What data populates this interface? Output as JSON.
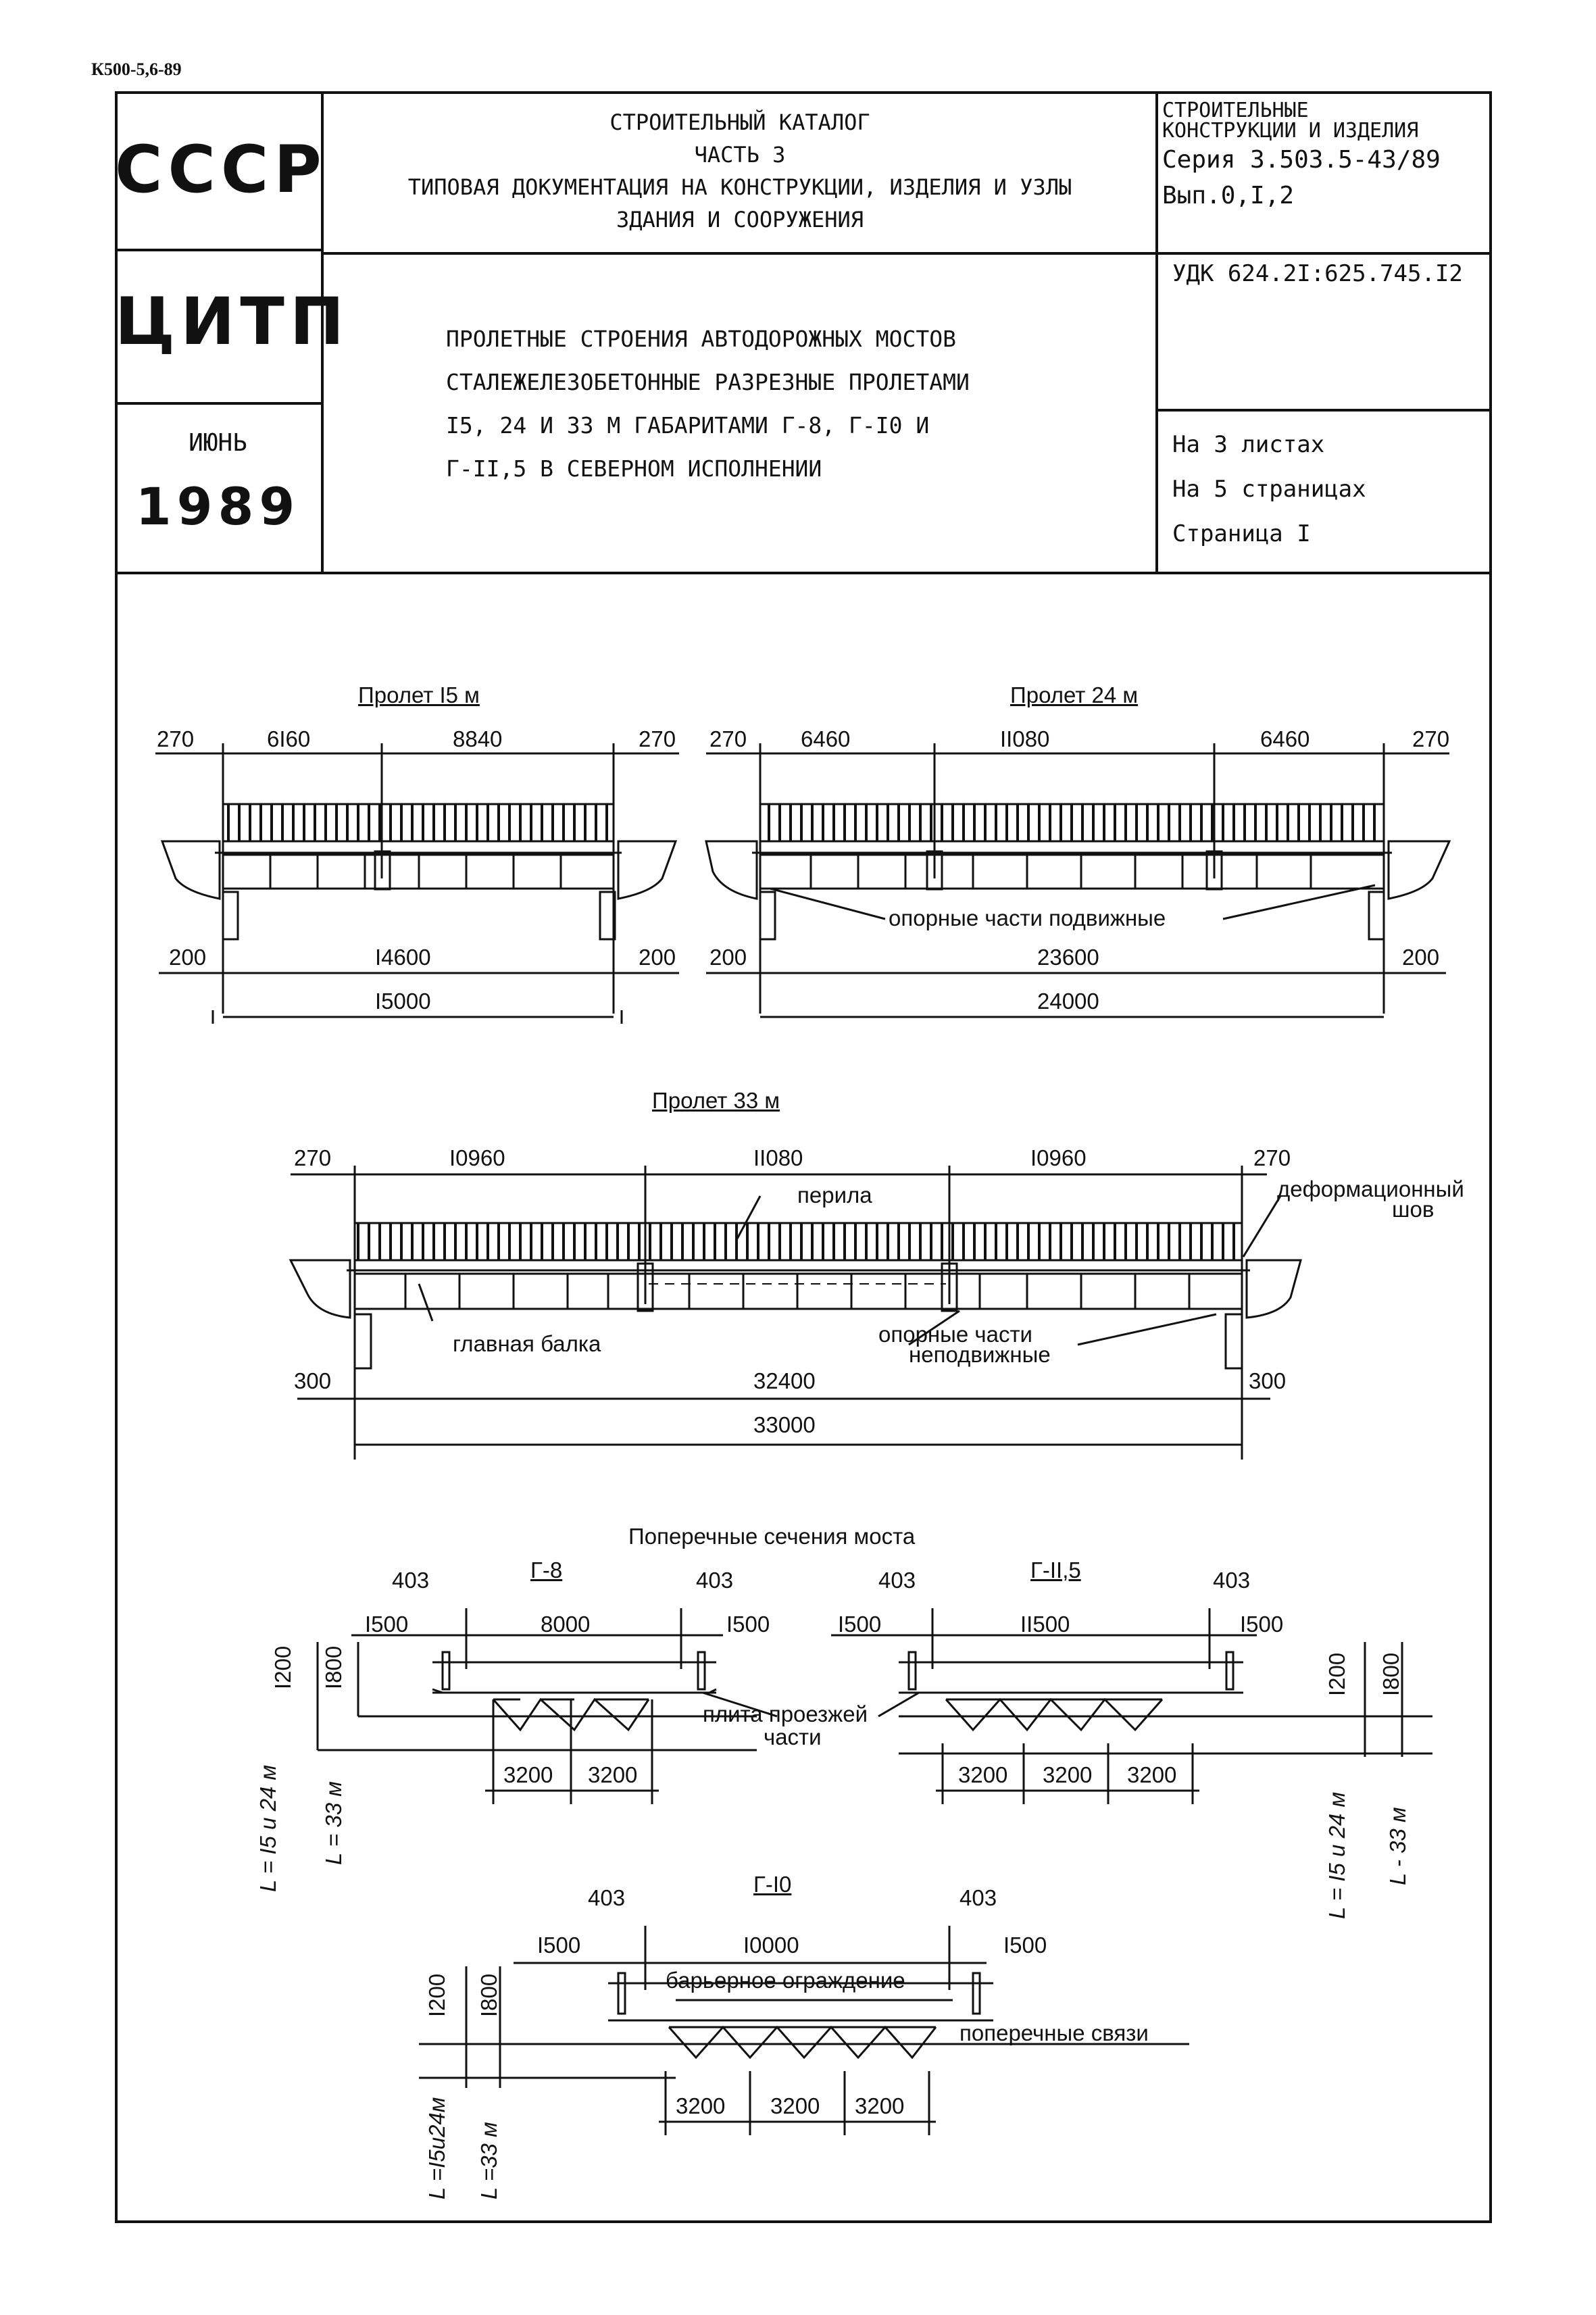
{
  "doc_code": "К500-5,6-89",
  "header": {
    "org1": "СССР",
    "org2": "ЦИТП",
    "month": "ИЮНЬ",
    "year": "1989",
    "catalog": [
      "СТРОИТЕЛЬНЫЙ КАТАЛОГ",
      "ЧАСТЬ 3",
      "ТИПОВАЯ ДОКУМЕНТАЦИЯ НА КОНСТРУКЦИИ, ИЗДЕЛИЯ И УЗЛЫ",
      "ЗДАНИЯ И СООРУЖЕНИЯ"
    ],
    "series": [
      "СТРОИТЕЛЬНЫЕ",
      "КОНСТРУКЦИИ И ИЗДЕЛИЯ",
      "Серия 3.503.5-43/89",
      "Вып.0,I,2"
    ],
    "udk": "УДК 624.2I:625.745.I2",
    "title": [
      "ПРОЛЕТНЫЕ СТРОЕНИЯ АВТОДОРОЖНЫХ МОСТОВ",
      "СТАЛЕЖЕЛЕЗОБЕТОННЫЕ РАЗРЕЗНЫЕ ПРОЛЕТАМИ",
      "I5, 24 И 33 М ГАБАРИТАМИ Г-8, Г-I0  И",
      "Г-II,5 В СЕВЕРНОМ ИСПОЛНЕНИИ"
    ],
    "sheets": [
      "На 3 листах",
      "На 5 страницах",
      "Страница I"
    ]
  },
  "span15": {
    "title": "Пролет I5 м",
    "top": [
      "270",
      "6I60",
      "8840",
      "270"
    ],
    "bottom": [
      "200",
      "I4600",
      "200"
    ],
    "total": "I5000"
  },
  "span24": {
    "title": "Пролет 24 м",
    "top": [
      "270",
      "6460",
      "II080",
      "6460",
      "270"
    ],
    "bottom": [
      "200",
      "23600",
      "200"
    ],
    "total": "24000",
    "note": "опорные части подвижные"
  },
  "span33": {
    "title": "Пролет 33 м",
    "top": [
      "270",
      "I0960",
      "II080",
      "I0960",
      "270"
    ],
    "bottom": [
      "300",
      "32400",
      "300"
    ],
    "total": "33000",
    "labels": {
      "railing": "перила",
      "joint1": "деформационный",
      "joint2": "шов",
      "beam": "главная балка",
      "bearing1": "опорные части",
      "bearing2": "неподвижные"
    }
  },
  "sections": {
    "title": "Поперечные сечения моста",
    "g8": {
      "name": "Г-8",
      "w": [
        "403",
        "403"
      ],
      "top": [
        "I500",
        "8000",
        "I500"
      ],
      "bot": [
        "3200",
        "3200"
      ]
    },
    "g115": {
      "name": "Г-II,5",
      "w": [
        "403",
        "403"
      ],
      "top": [
        "I500",
        "II500",
        "I500"
      ],
      "bot": [
        "3200",
        "3200",
        "3200"
      ]
    },
    "g10": {
      "name": "Г-I0",
      "w": [
        "403",
        "403"
      ],
      "top": [
        "I500",
        "I0000",
        "I500"
      ],
      "bot": [
        "3200",
        "3200",
        "3200"
      ]
    },
    "h": [
      "I200",
      "I800"
    ],
    "len1": "L = I5 и 24 м",
    "len2": "L = 33 м",
    "len1b": "L = I5 и 24 м",
    "len2b": "L - 33 м",
    "len1c": "L =I5и24м",
    "len2c": "L =33 м",
    "slab1": "плита проезжей",
    "slab2": "части",
    "barrier": "барьерное ограждение",
    "crossties": "поперечные связи"
  }
}
